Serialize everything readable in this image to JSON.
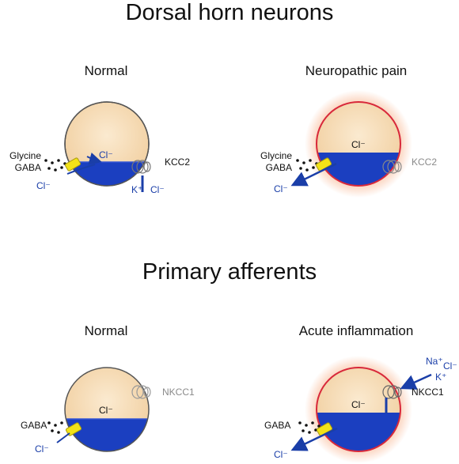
{
  "sections": {
    "top_title": "Dorsal horn neurons",
    "bottom_title": "Primary afferents"
  },
  "panels": {
    "dh_normal": {
      "title": "Normal",
      "glycine": "Glycine",
      "gaba": "GABA",
      "cl_in": "Cl⁻",
      "cl_out": "Cl⁻",
      "transporter": "KCC2",
      "k_ion": "K⁺",
      "cl_ion": "Cl⁻"
    },
    "dh_pain": {
      "title": "Neuropathic pain",
      "glycine": "Glycine",
      "gaba": "GABA",
      "cl_in": "Cl⁻",
      "cl_out": "Cl⁻",
      "transporter": "KCC2"
    },
    "pa_normal": {
      "title": "Normal",
      "gaba": "GABA",
      "cl_in": "Cl⁻",
      "cl_out": "Cl⁻",
      "transporter": "NKCC1"
    },
    "pa_inflam": {
      "title": "Acute inflammation",
      "gaba": "GABA",
      "cl_in": "Cl⁻",
      "cl_out": "Cl⁻",
      "transporter": "NKCC1",
      "na_ion": "Na⁺",
      "cl_ion": "Cl⁻",
      "k_ion": "K⁺"
    }
  },
  "colors": {
    "cell_fill": "#f6dcb4",
    "chloride_fill": "#1b3fc0",
    "normal_outline": "#555555",
    "inflamed_outline": "#d8283a",
    "glow": "#f7a77a",
    "receptor": "#f2e218",
    "arrow_blue": "#1a3ea8",
    "transporter_gray": "#8a8a8a"
  }
}
